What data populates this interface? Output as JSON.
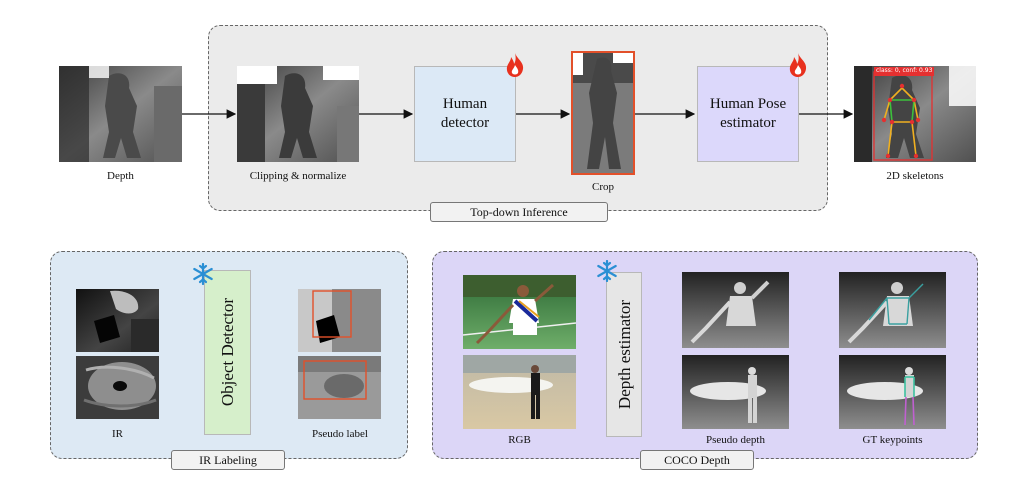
{
  "top": {
    "panel_title": "Top-down Inference",
    "depth_label": "Depth",
    "clip_label": "Clipping & normalize",
    "detector_label": "Human\ndetector",
    "crop_label": "Crop",
    "pose_label": "Human Pose\nestimator",
    "skeleton_label": "2D skeletons",
    "skeleton_overlay_text": "class: 0, conf: 0.93"
  },
  "ir_panel": {
    "panel_title": "IR Labeling",
    "ir_label": "IR",
    "detector_label": "Object Detector",
    "pseudo_label": "Pseudo label"
  },
  "coco_panel": {
    "panel_title": "COCO Depth",
    "rgb_label": "RGB",
    "estimator_label": "Depth estimator",
    "pseudo_depth_label": "Pseudo depth",
    "gt_label": "GT keypoints"
  },
  "colors": {
    "top_panel_bg": "#ebebeb",
    "ir_panel_bg": "#dde9f4",
    "coco_panel_bg": "#dcd6f7",
    "detector_box": "#dce9f6",
    "pose_box": "#dcd8fb",
    "object_detector_box": "#d6efcb",
    "depth_estimator_box": "#e6e6e6",
    "arrow_blue": "#2e6e9c",
    "crop_border": "#e2502a",
    "fire": "#e8311e",
    "snow": "#2a8fd4"
  },
  "icons": [
    "fire-icon",
    "snowflake-icon"
  ]
}
